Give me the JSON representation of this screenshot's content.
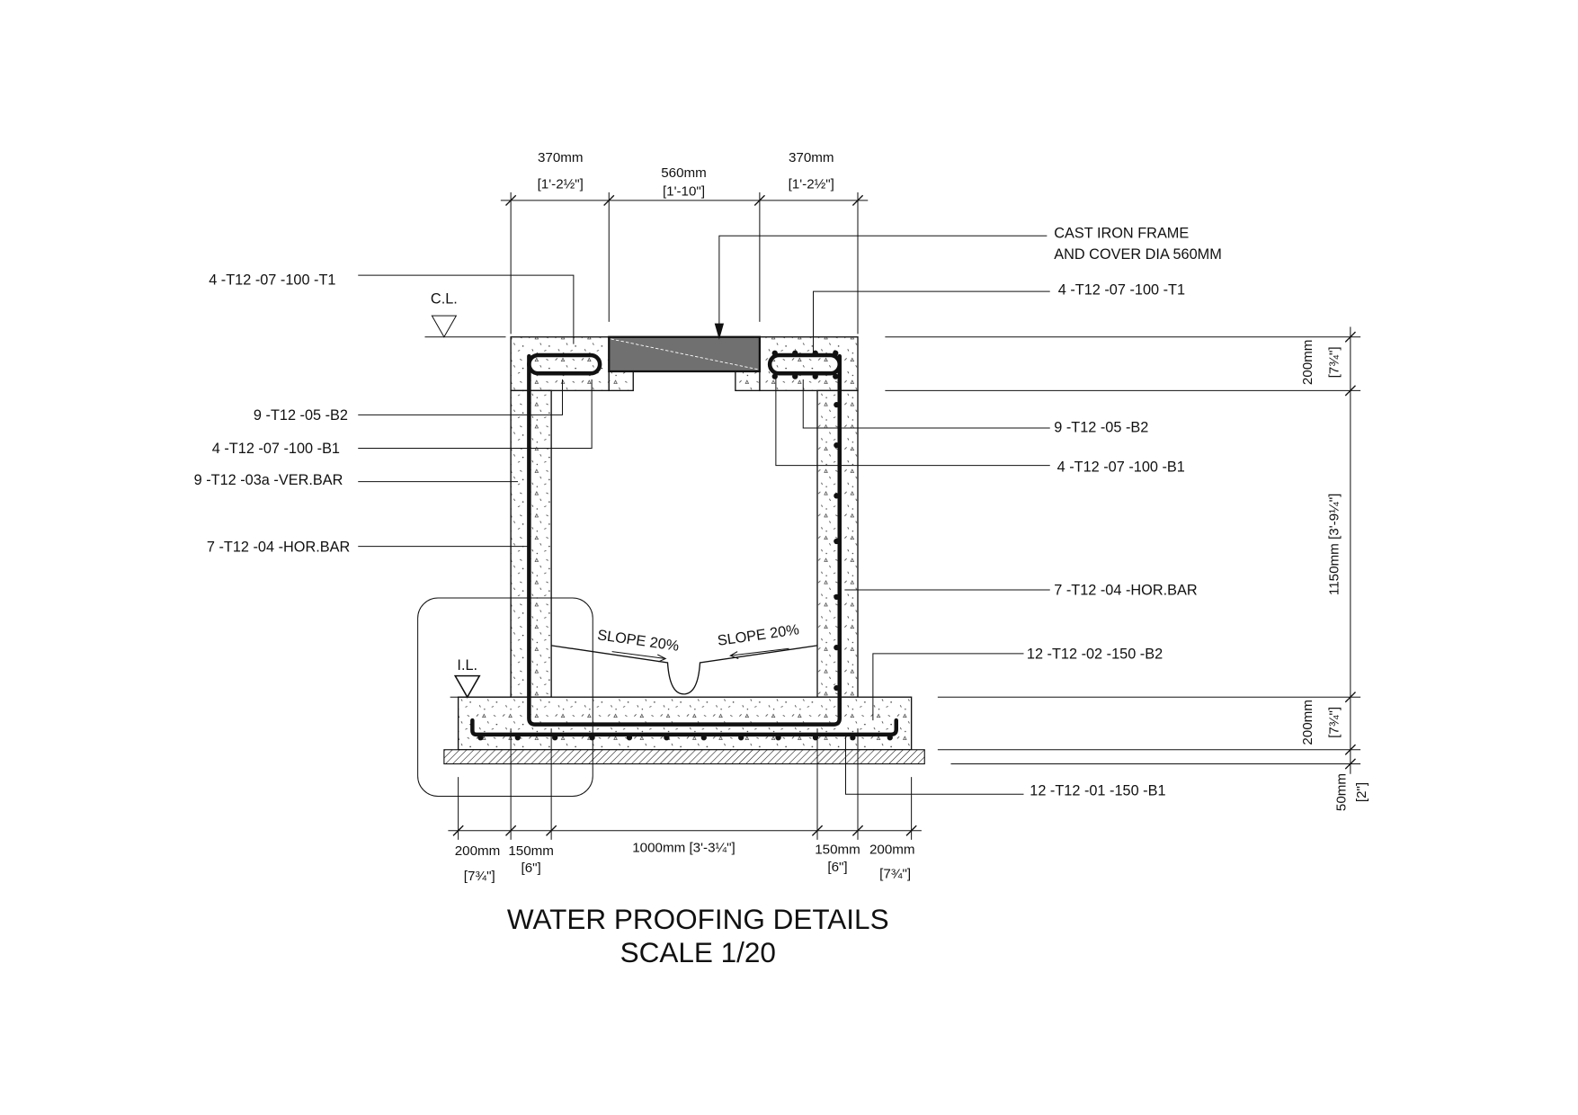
{
  "title": {
    "line1": "WATER PROOFING DETAILS",
    "line2": "SCALE 1/20"
  },
  "top_dims": [
    {
      "mm": "370mm",
      "imp": "[1'-2½\"]"
    },
    {
      "mm": "560mm",
      "imp": "[1'-10\"]"
    },
    {
      "mm": "370mm",
      "imp": "[1'-2½\"]"
    }
  ],
  "bottom_dims": [
    {
      "mm": "200mm",
      "imp": "[7¾\"]"
    },
    {
      "mm": "150mm",
      "imp": "[6\"]"
    },
    {
      "mm": "1000mm [3'-3¼\"]"
    },
    {
      "mm": "150mm",
      "imp": "[6\"]"
    },
    {
      "mm": "200mm",
      "imp": "[7¾\"]"
    }
  ],
  "right_dims": [
    {
      "mm": "200mm",
      "imp": "[7¾\"]"
    },
    {
      "mm": "1150mm [3'-9¼\"]"
    },
    {
      "mm": "200mm",
      "imp": "[7¾\"]"
    },
    {
      "mm": "50mm",
      "imp": "[2\"]"
    }
  ],
  "levels": {
    "cl": "C.L.",
    "il": "I.L."
  },
  "slopes": {
    "left": "SLOPE 20%",
    "right": "SLOPE 20%"
  },
  "left_labels": [
    "4 -T12 -07 -100 -T1",
    "9 -T12 -05 -B2",
    "4 -T12 -07 -100 -B1",
    "9 -T12 -03a -VER.BAR",
    "7 -T12 -04 -HOR.BAR"
  ],
  "right_labels": {
    "cover1": "CAST IRON FRAME",
    "cover2": "AND COVER DIA 560MM",
    "items": [
      "4 -T12 -07 -100 -T1",
      "9 -T12 -05 -B2",
      "4 -T12 -07 -100 -B1",
      "7 -T12 -04 -HOR.BAR",
      "12 -T12 -02 -150 -B2",
      "12 -T12 -01 -150 -B1"
    ]
  },
  "colors": {
    "cover": "#707070",
    "line": "#111111"
  }
}
